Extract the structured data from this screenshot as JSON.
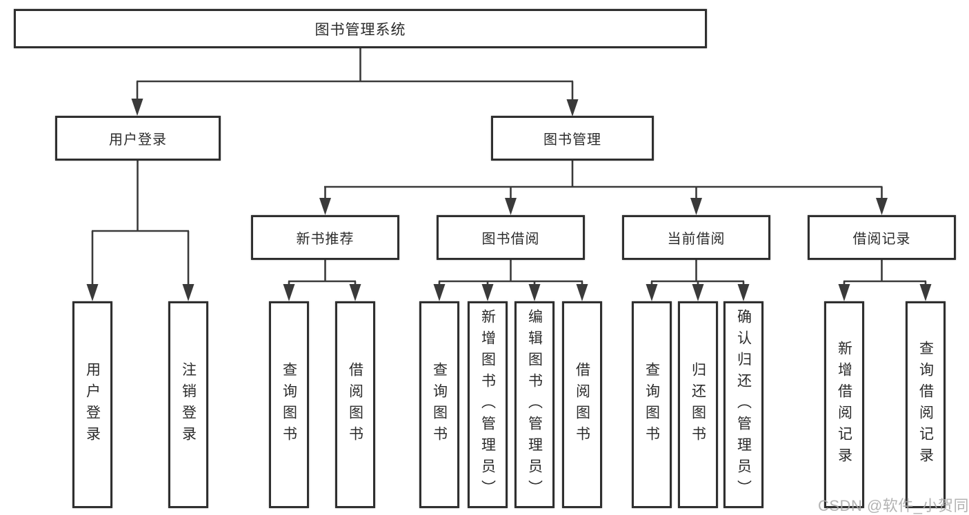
{
  "nodes": {
    "root": {
      "label": "图书管理系统"
    },
    "l2": [
      {
        "label": "用户登录"
      },
      {
        "label": "图书管理"
      }
    ],
    "l3": [
      {
        "label": "新书推荐"
      },
      {
        "label": "图书借阅"
      },
      {
        "label": "当前借阅"
      },
      {
        "label": "借阅记录"
      }
    ],
    "l4": [
      {
        "label": "用户登录"
      },
      {
        "label": "注销登录"
      },
      {
        "label": "查询图书"
      },
      {
        "label": "借阅图书"
      },
      {
        "label": "查询图书"
      },
      {
        "label": "新增图书（管理员）"
      },
      {
        "label": "编辑图书（管理员）"
      },
      {
        "label": "借阅图书"
      },
      {
        "label": "查询图书"
      },
      {
        "label": "归还图书"
      },
      {
        "label": "确认归还（管理员）"
      },
      {
        "label": "新增借阅记录"
      },
      {
        "label": "查询借阅记录"
      }
    ]
  },
  "watermark": {
    "text": "CSDN @软件_小贺同学"
  },
  "colors": {
    "line": "#3a3a3a",
    "box_border": "#2f2f2f",
    "text": "#2b2b2b",
    "watermark": "#a8a8a8",
    "background": "#ffffff"
  }
}
